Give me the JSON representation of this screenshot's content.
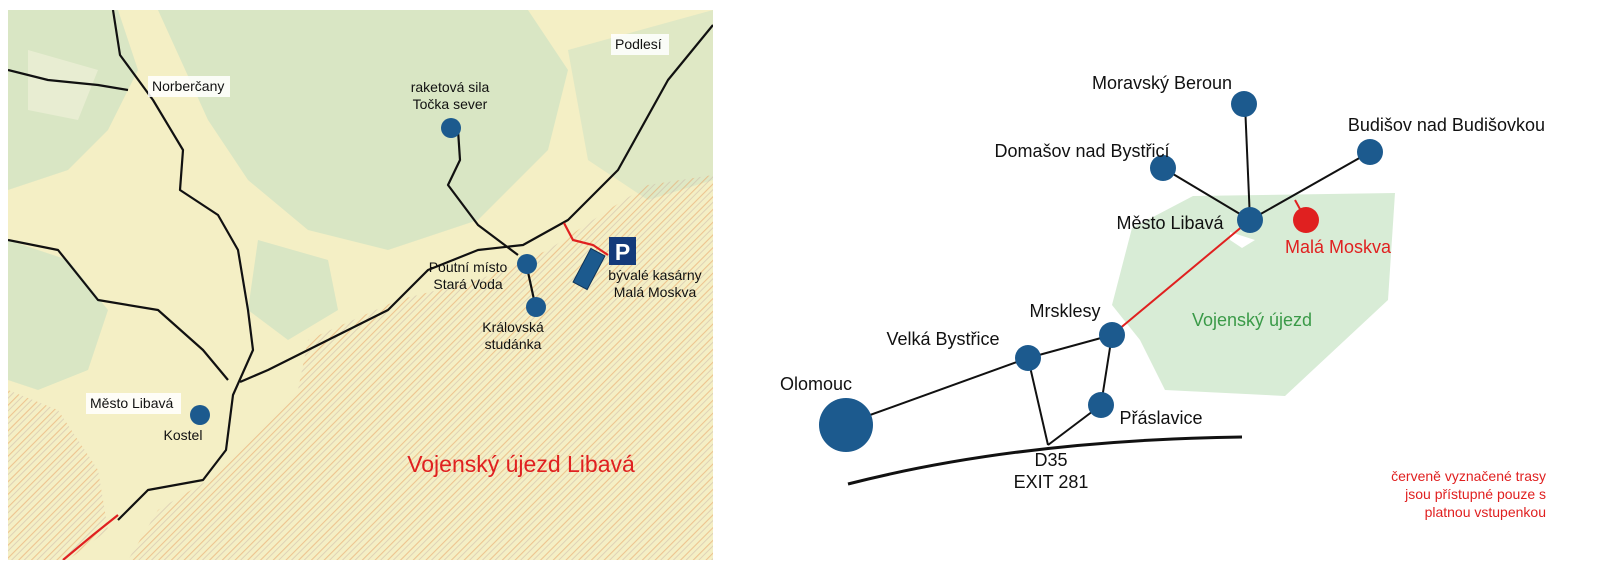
{
  "map": {
    "places": {
      "norbercany": "Norberčany",
      "podlesi": "Podlesí",
      "raketova_line1": "raketová sila",
      "raketova_line2": "Točka sever",
      "poutni_line1": "Poutní místo",
      "poutni_line2": "Stará Voda",
      "kralovska_line1": "Královská",
      "kralovska_line2": "studánka",
      "kasarny_line1": "bývalé kasárny",
      "kasarny_line2": "Malá Moskva",
      "mesto_libava": "Město Libavá",
      "kostel": "Kostel"
    },
    "parking_symbol": "P",
    "zone_label": "Vojenský újezd Libavá"
  },
  "diagram": {
    "nodes": {
      "moravsky_beroun": "Moravský Beroun",
      "budisov": "Budišov nad Budišovkou",
      "domasov": "Domašov nad Bystřicí",
      "mesto_libava": "Město Libavá",
      "mala_moskva": "Malá Moskva",
      "mrsklesy": "Mrsklesy",
      "velka_bystrice": "Velká Bystřice",
      "olomouc": "Olomouc",
      "praslavice": "Přáslavice"
    },
    "zone_label": "Vojenský újezd",
    "highway_line1": "D35",
    "highway_line2": "EXIT 281",
    "note_line1": "červeně vyznačené trasy",
    "note_line2": "jsou přístupné pouze s",
    "note_line3": "platnou vstupenkou"
  },
  "colors": {
    "node": "#1c5a8e",
    "restricted_route": "#e02020",
    "zone_fill": "#d8ecd6",
    "zone_text": "#3a9a48",
    "map_land": "#f4efc5",
    "map_forest": "#d9e6c4"
  }
}
